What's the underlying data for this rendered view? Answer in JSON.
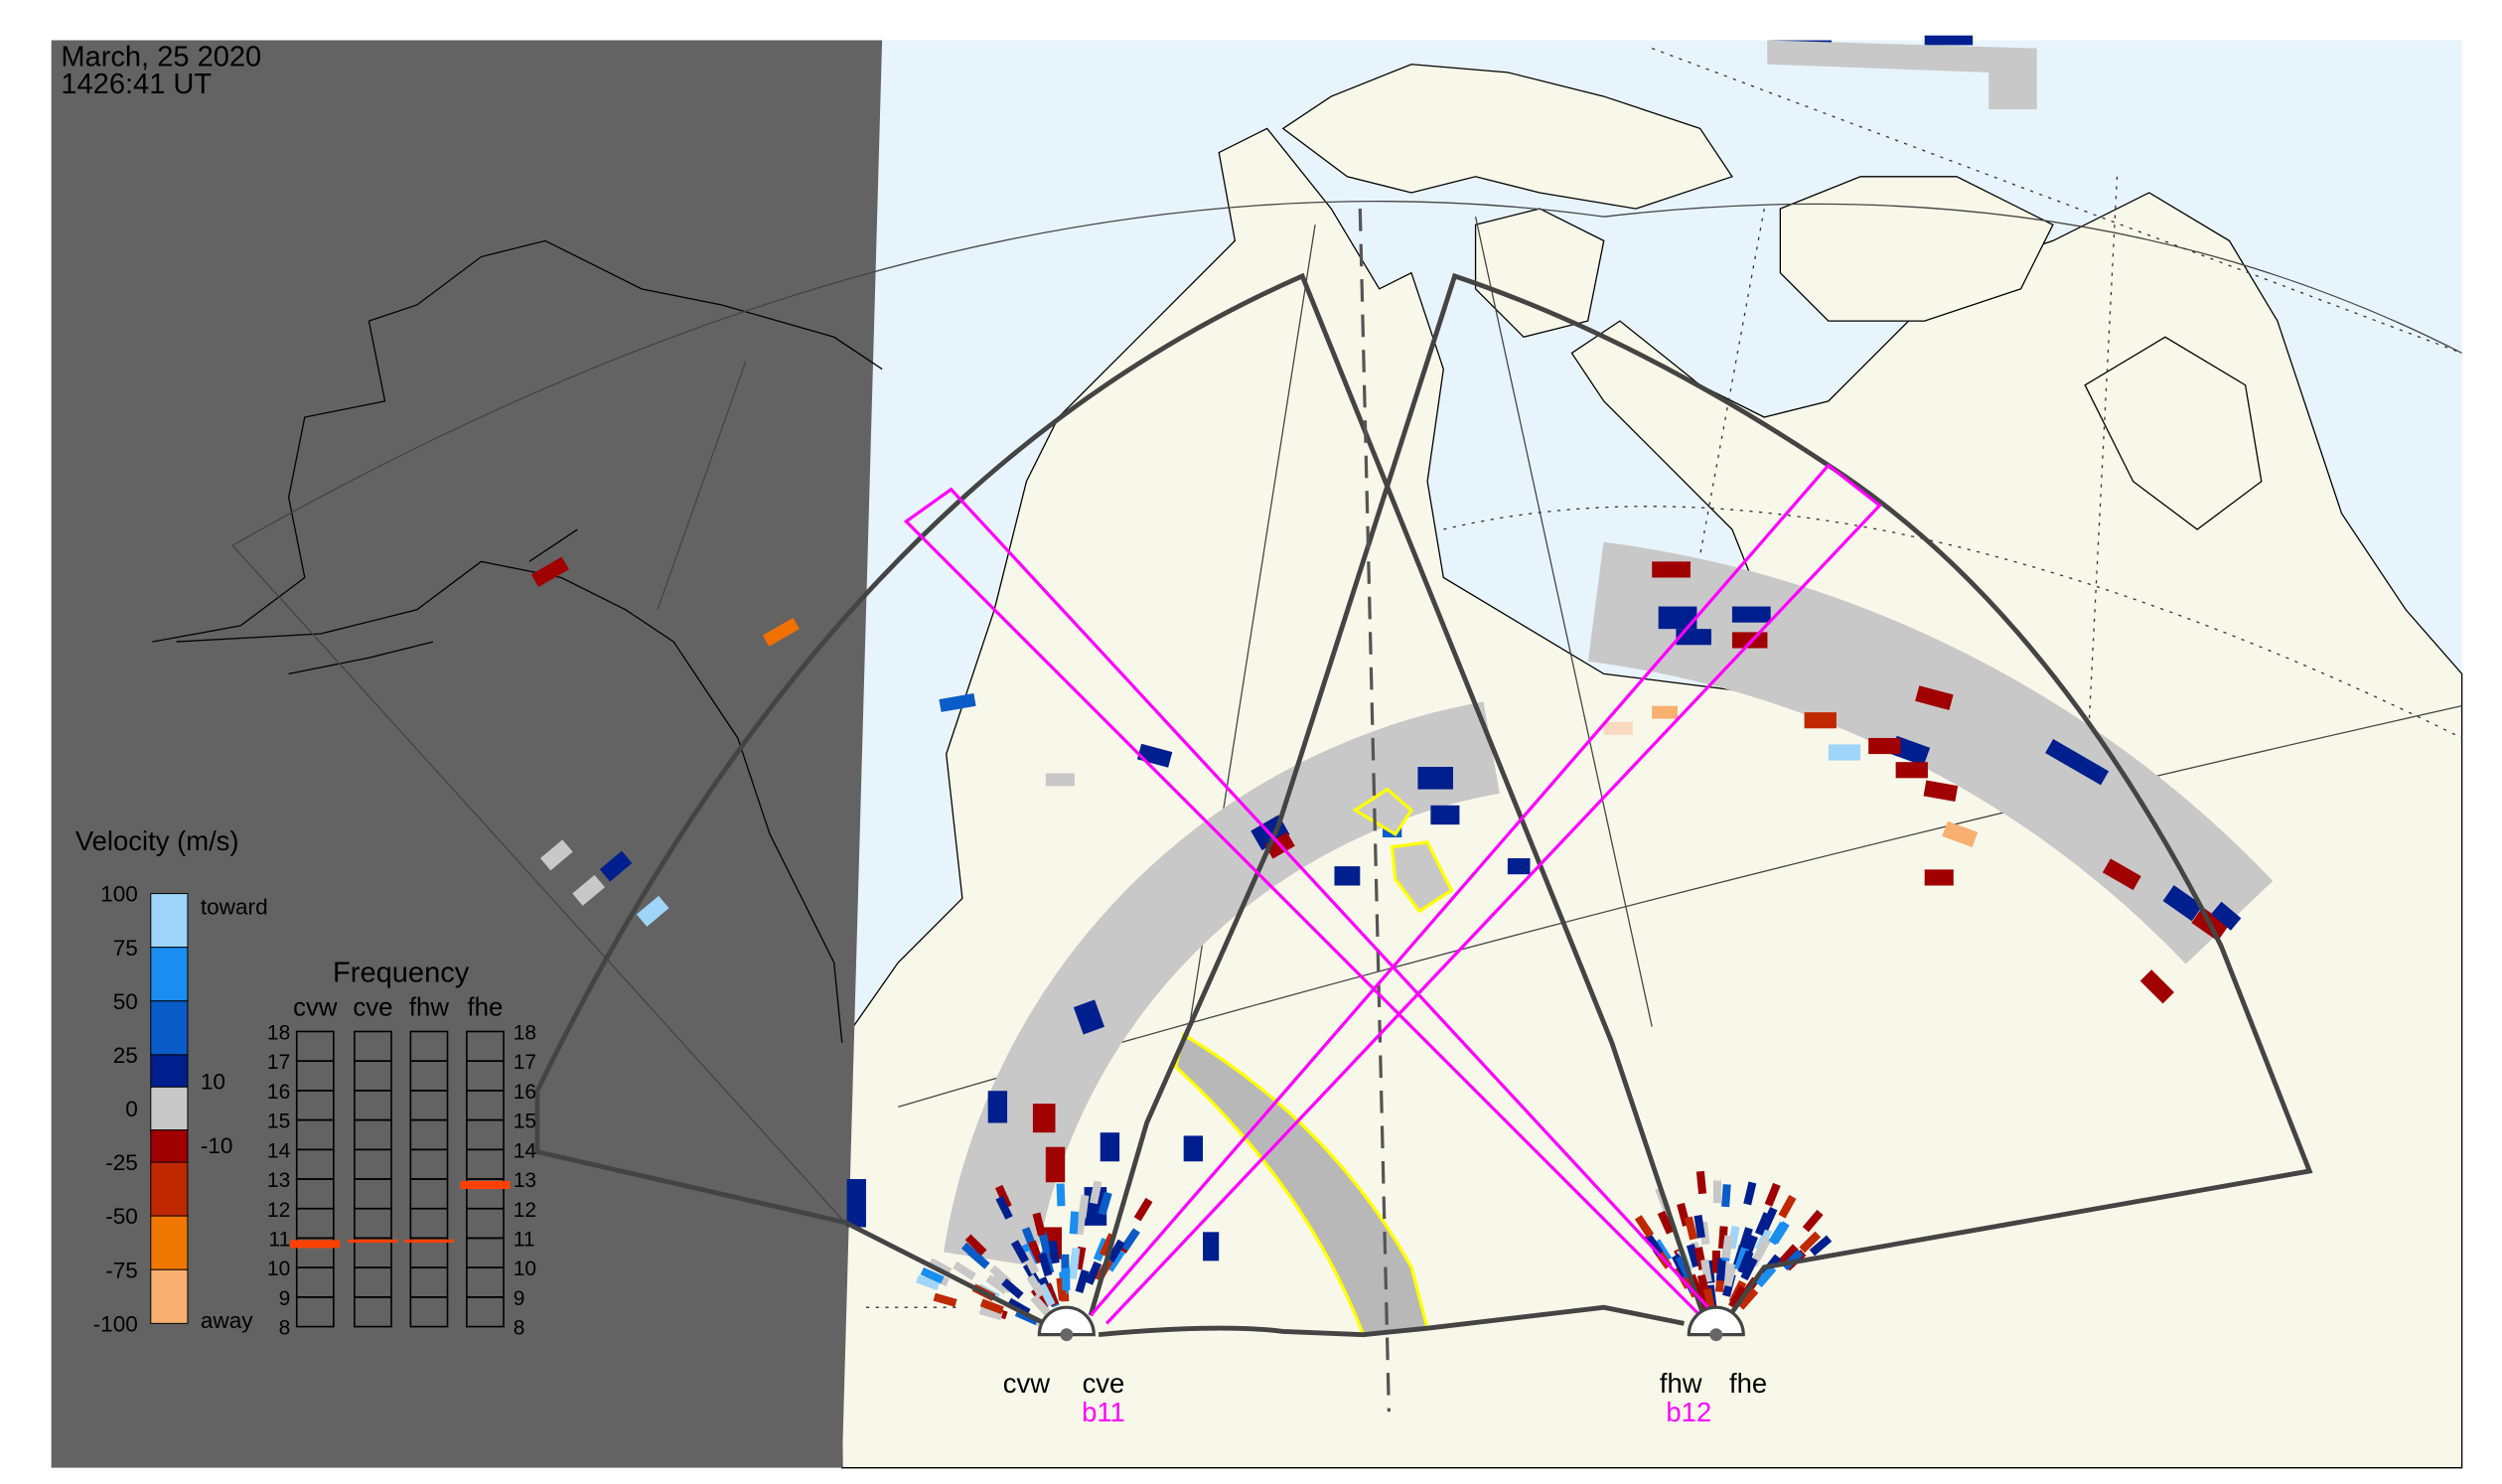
{
  "header": {
    "date": "March, 25 2020",
    "time": "1426:41 UT"
  },
  "velocity_legend": {
    "title": "Velocity (m/s)",
    "ticks": [
      "100",
      "75",
      "50",
      "25",
      "0",
      "-25",
      "-50",
      "-75",
      "-100"
    ],
    "threshold_labels": [
      "10",
      "-10"
    ],
    "toward_label": "toward",
    "away_label": "away",
    "colors": {
      "v75_100": "#9fd5f8",
      "v50_75": "#1a8ef0",
      "v25_50": "#0a5cc8",
      "v10_25": "#001f8f",
      "ground": "#c8c8c8",
      "vm10_m25": "#a00000",
      "vm25_m50": "#c02800",
      "vm50_m75": "#f07800",
      "vm75_m100": "#f8b070"
    }
  },
  "frequency_panel": {
    "title": "Frequency",
    "radars": [
      "cvw",
      "cve",
      "fhw",
      "fhe"
    ],
    "axis_ticks": [
      "18",
      "17",
      "16",
      "15",
      "14",
      "13",
      "12",
      "11",
      "10",
      "9",
      "8"
    ],
    "axis_range_mhz": [
      8,
      18
    ],
    "values_mhz": [
      10.8,
      10.9,
      10.9,
      12.8
    ],
    "bar_color": "#ff4000"
  },
  "sites": {
    "cv": {
      "west": "cvw",
      "east": "cve",
      "beam": "b11"
    },
    "fh": {
      "west": "fhw",
      "east": "fhe",
      "beam": "b12"
    }
  },
  "colors": {
    "night": "#636363",
    "ocean": "#e8f4fc",
    "land": "#f8f8ea",
    "fov": "#444444",
    "beam": "#ff00ff",
    "highlight": "#ffff00"
  }
}
